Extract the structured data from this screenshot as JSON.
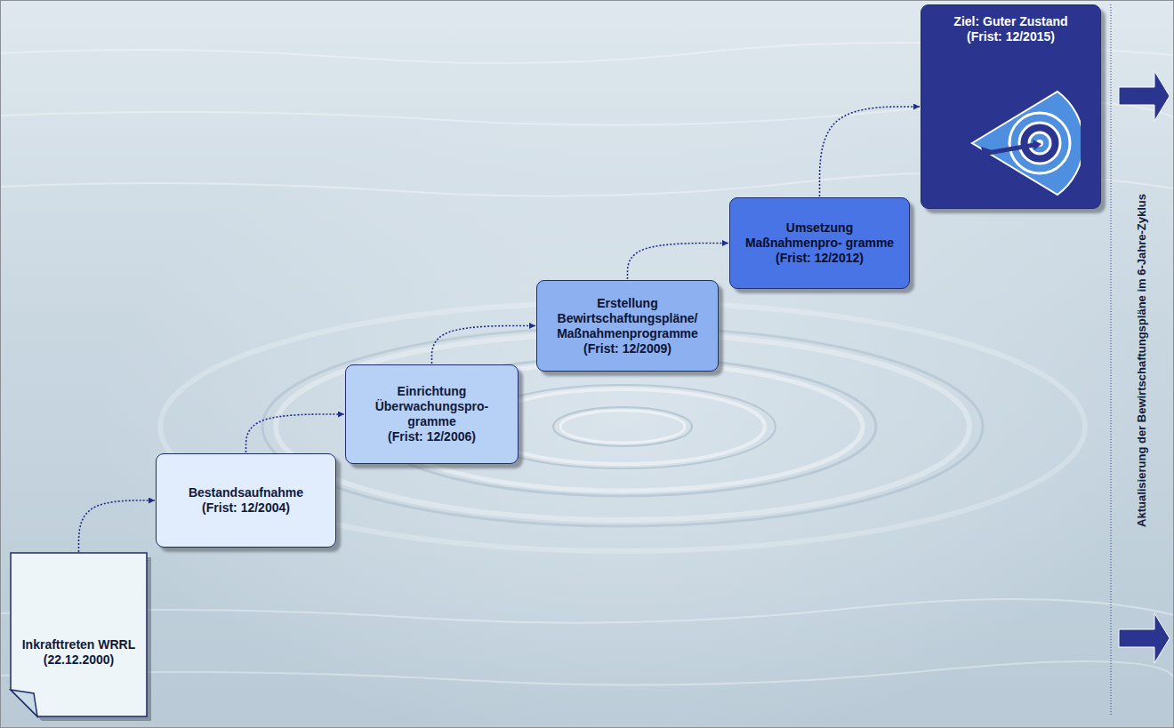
{
  "diagram": {
    "nodes": [
      {
        "text": [
          "Inkrafttreten WRRL (22.12.2000)"
        ]
      },
      {
        "text": [
          "Bestandsaufnahme",
          "(Frist: 12/2004)"
        ]
      },
      {
        "text": [
          "Einrichtung Überwachungspro- gramme",
          "(Frist: 12/2006)"
        ]
      },
      {
        "text": [
          "Erstellung Bewirtschaftungspläne/ Maßnahmenprogramme",
          "(Frist: 12/2009)"
        ]
      },
      {
        "text": [
          "Umsetzung Maßnahmenpro- gramme",
          "(Frist: 12/2012)"
        ]
      },
      {
        "text": [
          "Ziel:  Guter Zustand",
          "(Frist: 12/2015)"
        ]
      }
    ],
    "edges": [
      {
        "from": 0,
        "to": 1,
        "arrow": "to"
      },
      {
        "from": 1,
        "to": 2,
        "arrow": "to"
      },
      {
        "from": 2,
        "to": 3,
        "arrow": "to"
      },
      {
        "from": 3,
        "to": 4,
        "arrow": "to"
      },
      {
        "from": 4,
        "to": 5,
        "arrow": "to"
      }
    ],
    "labels": [
      "Aktualisierung der Bewirtschaftungspläne im 6-Jahre-Zyklus"
    ]
  }
}
